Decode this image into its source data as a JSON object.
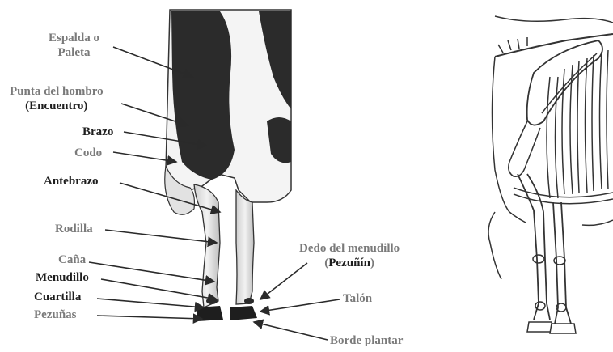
{
  "labels": {
    "espalda_line1": "Espalda o",
    "espalda_line2": "Paleta",
    "punta_line1": "Punta del hombro",
    "punta_line2": "(Encuentro)",
    "brazo": "Brazo",
    "codo": "Codo",
    "antebrazo": "Antebrazo",
    "rodilla": "Rodilla",
    "cana": "Caña",
    "menudillo": "Menudillo",
    "cuartilla": "Cuartilla",
    "pezunas": "Pezuñas",
    "dedo_line1": "Dedo del menudillo",
    "dedo_line2_pre": "(",
    "dedo_line2_bold": "Pezuñín",
    "dedo_line2_post": ")",
    "talon": "Talón",
    "borde": "Borde plantar"
  },
  "colors": {
    "gray_text": "#7a7a7a",
    "dark_text": "#1e1e1e",
    "cow_black": "#2a2a2a",
    "cow_line": "#333333"
  }
}
